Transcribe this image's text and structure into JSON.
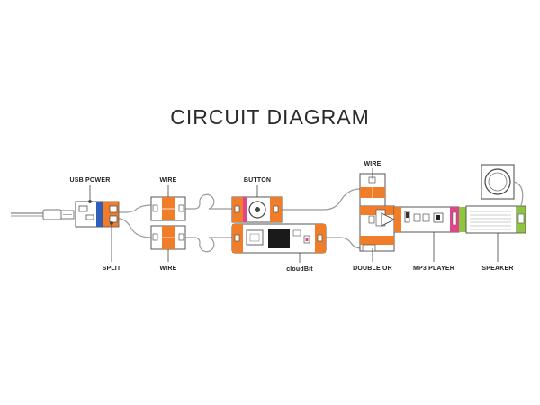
{
  "title": "CIRCUIT DIAGRAM",
  "labels": {
    "usb_power": "USB POWER",
    "split": "SPLIT",
    "wire_top": "WIRE",
    "wire_bottom": "WIRE",
    "button": "BUTTON",
    "cloudbit": "cloudBit",
    "wire_right": "WIRE",
    "double_or": "DOUBLE OR",
    "mp3_player": "MP3 PLAYER",
    "speaker": "SPEAKER"
  },
  "colors": {
    "power_blue": "#2f5fb8",
    "wire_orange": "#f07d2a",
    "input_pink": "#e0458c",
    "output_green": "#8cc63f",
    "line_gray": "#9a9a9a"
  }
}
